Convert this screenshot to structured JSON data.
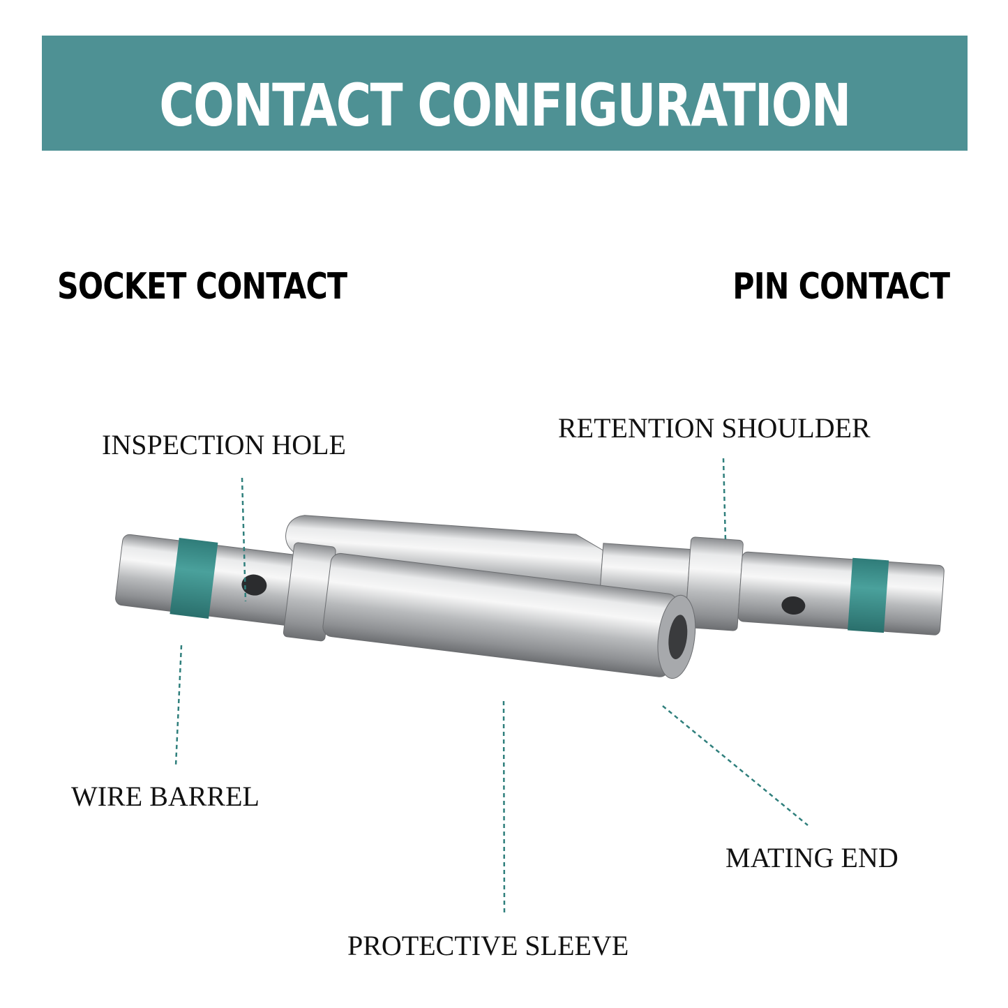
{
  "header": {
    "title": "CONTACT CONFIGURATION"
  },
  "headings": {
    "socket": "SOCKET CONTACT",
    "pin": "PIN CONTACT"
  },
  "callouts": {
    "inspection_hole": "INSPECTION HOLE",
    "retention_shoulder": "RETENTION SHOULDER",
    "wire_barrel": "WIRE BARREL",
    "mating_end": "MATING END",
    "protective_sleeve": "PROTECTIVE SLEEVE"
  },
  "colors": {
    "accent": "#4e9194",
    "band": "#3f8f8c",
    "metal": "#c9cbcd",
    "text": "#111111"
  }
}
